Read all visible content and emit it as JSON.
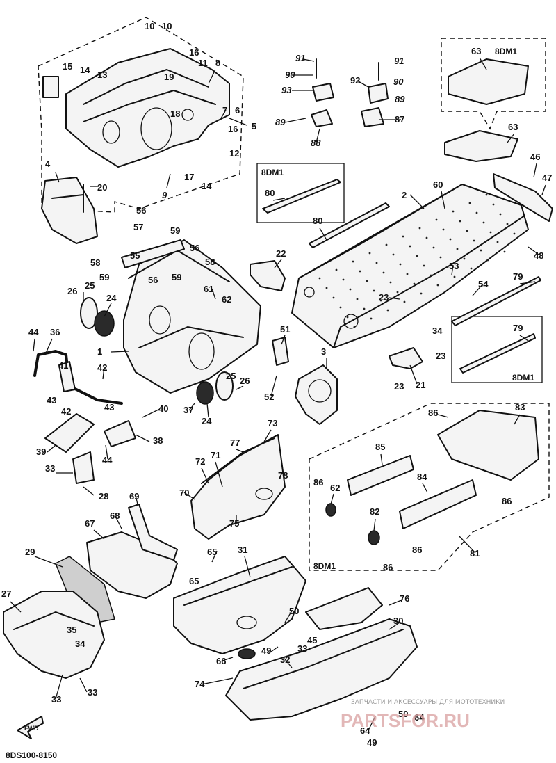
{
  "diagram": {
    "labels": [
      "1",
      "2",
      "3",
      "4",
      "5",
      "6",
      "7",
      "8",
      "9",
      "10",
      "11",
      "12",
      "13",
      "14",
      "15",
      "16",
      "17",
      "18",
      "19",
      "20",
      "21",
      "22",
      "23",
      "24",
      "25",
      "26",
      "27",
      "28",
      "29",
      "30",
      "31",
      "32",
      "33",
      "34",
      "35",
      "36",
      "37",
      "38",
      "39",
      "40",
      "41",
      "42",
      "43",
      "44",
      "45",
      "46",
      "47",
      "48",
      "49",
      "50",
      "51",
      "52",
      "53",
      "54",
      "55",
      "56",
      "57",
      "58",
      "59",
      "60",
      "61",
      "62",
      "63",
      "64",
      "65",
      "66",
      "67",
      "68",
      "69",
      "70",
      "71",
      "72",
      "73",
      "74",
      "75",
      "76",
      "77",
      "78",
      "79",
      "80",
      "81",
      "82",
      "83",
      "84",
      "85",
      "86",
      "87",
      "88",
      "89",
      "90",
      "91",
      "92",
      "93"
    ],
    "variant_label": "8DM1",
    "doc_code": "8DS100-8150",
    "fwd_label": "FWD"
  },
  "watermark": {
    "caption": "ЗАПЧАСТИ И АКСЕССУАРЫ ДЛЯ МОТОТЕХНИКИ",
    "brand": "PARTSFOR.RU"
  }
}
